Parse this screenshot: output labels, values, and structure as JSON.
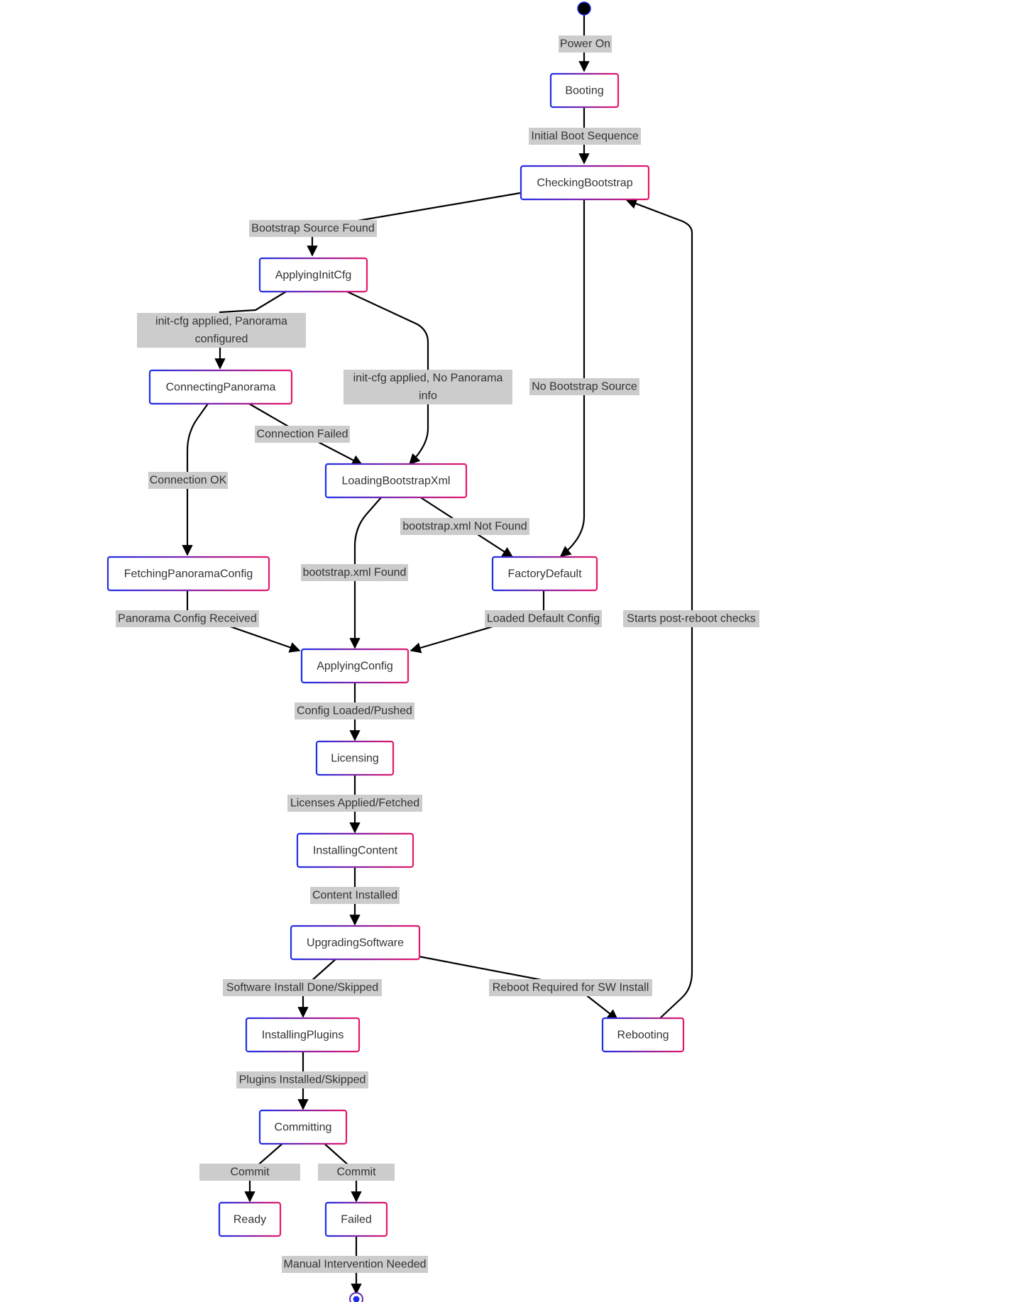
{
  "colors": {
    "node_gradient_start": "#1f2ee6",
    "node_gradient_end": "#e6176a",
    "label_background": "#cccccc",
    "edge": "#000000",
    "text": "#333333"
  },
  "states": {
    "booting": "Booting",
    "checking_bootstrap": "CheckingBootstrap",
    "applying_init_cfg": "ApplyingInitCfg",
    "connecting_panorama": "ConnectingPanorama",
    "loading_bootstrap_xml": "LoadingBootstrapXml",
    "fetching_panorama_config": "FetchingPanoramaConfig",
    "factory_default": "FactoryDefault",
    "applying_config": "ApplyingConfig",
    "licensing": "Licensing",
    "installing_content": "InstallingContent",
    "upgrading_software": "UpgradingSoftware",
    "installing_plugins": "InstallingPlugins",
    "rebooting": "Rebooting",
    "committing": "Committing",
    "ready": "Ready",
    "failed": "Failed"
  },
  "transitions": {
    "power_on": "Power On",
    "initial_boot_sequence": "Initial Boot Sequence",
    "bootstrap_source_found": "Bootstrap Source Found",
    "no_bootstrap_source": "No Bootstrap Source",
    "init_cfg_panorama_line1": "init-cfg applied, Panorama",
    "init_cfg_panorama_line2": "configured",
    "init_cfg_no_panorama_line1": "init-cfg applied, No Panorama",
    "init_cfg_no_panorama_line2": "info",
    "connection_failed": "Connection Failed",
    "connection_ok": "Connection OK",
    "bootstrap_xml_not_found": "bootstrap.xml Not Found",
    "bootstrap_xml_found": "bootstrap.xml Found",
    "panorama_config_received": "Panorama Config Received",
    "loaded_default_config": "Loaded Default Config",
    "starts_post_reboot_checks": "Starts post-reboot checks",
    "config_loaded_pushed": "Config Loaded/Pushed",
    "licenses_applied_fetched": "Licenses Applied/Fetched",
    "content_installed": "Content Installed",
    "software_install_done_skipped": "Software Install Done/Skipped",
    "reboot_required_for_sw_install": "Reboot Required for SW Install",
    "plugins_installed_skipped": "Plugins Installed/Skipped",
    "commit_ok": "Commit",
    "commit_fail": "Commit",
    "manual_intervention_needed": "Manual Intervention Needed"
  }
}
